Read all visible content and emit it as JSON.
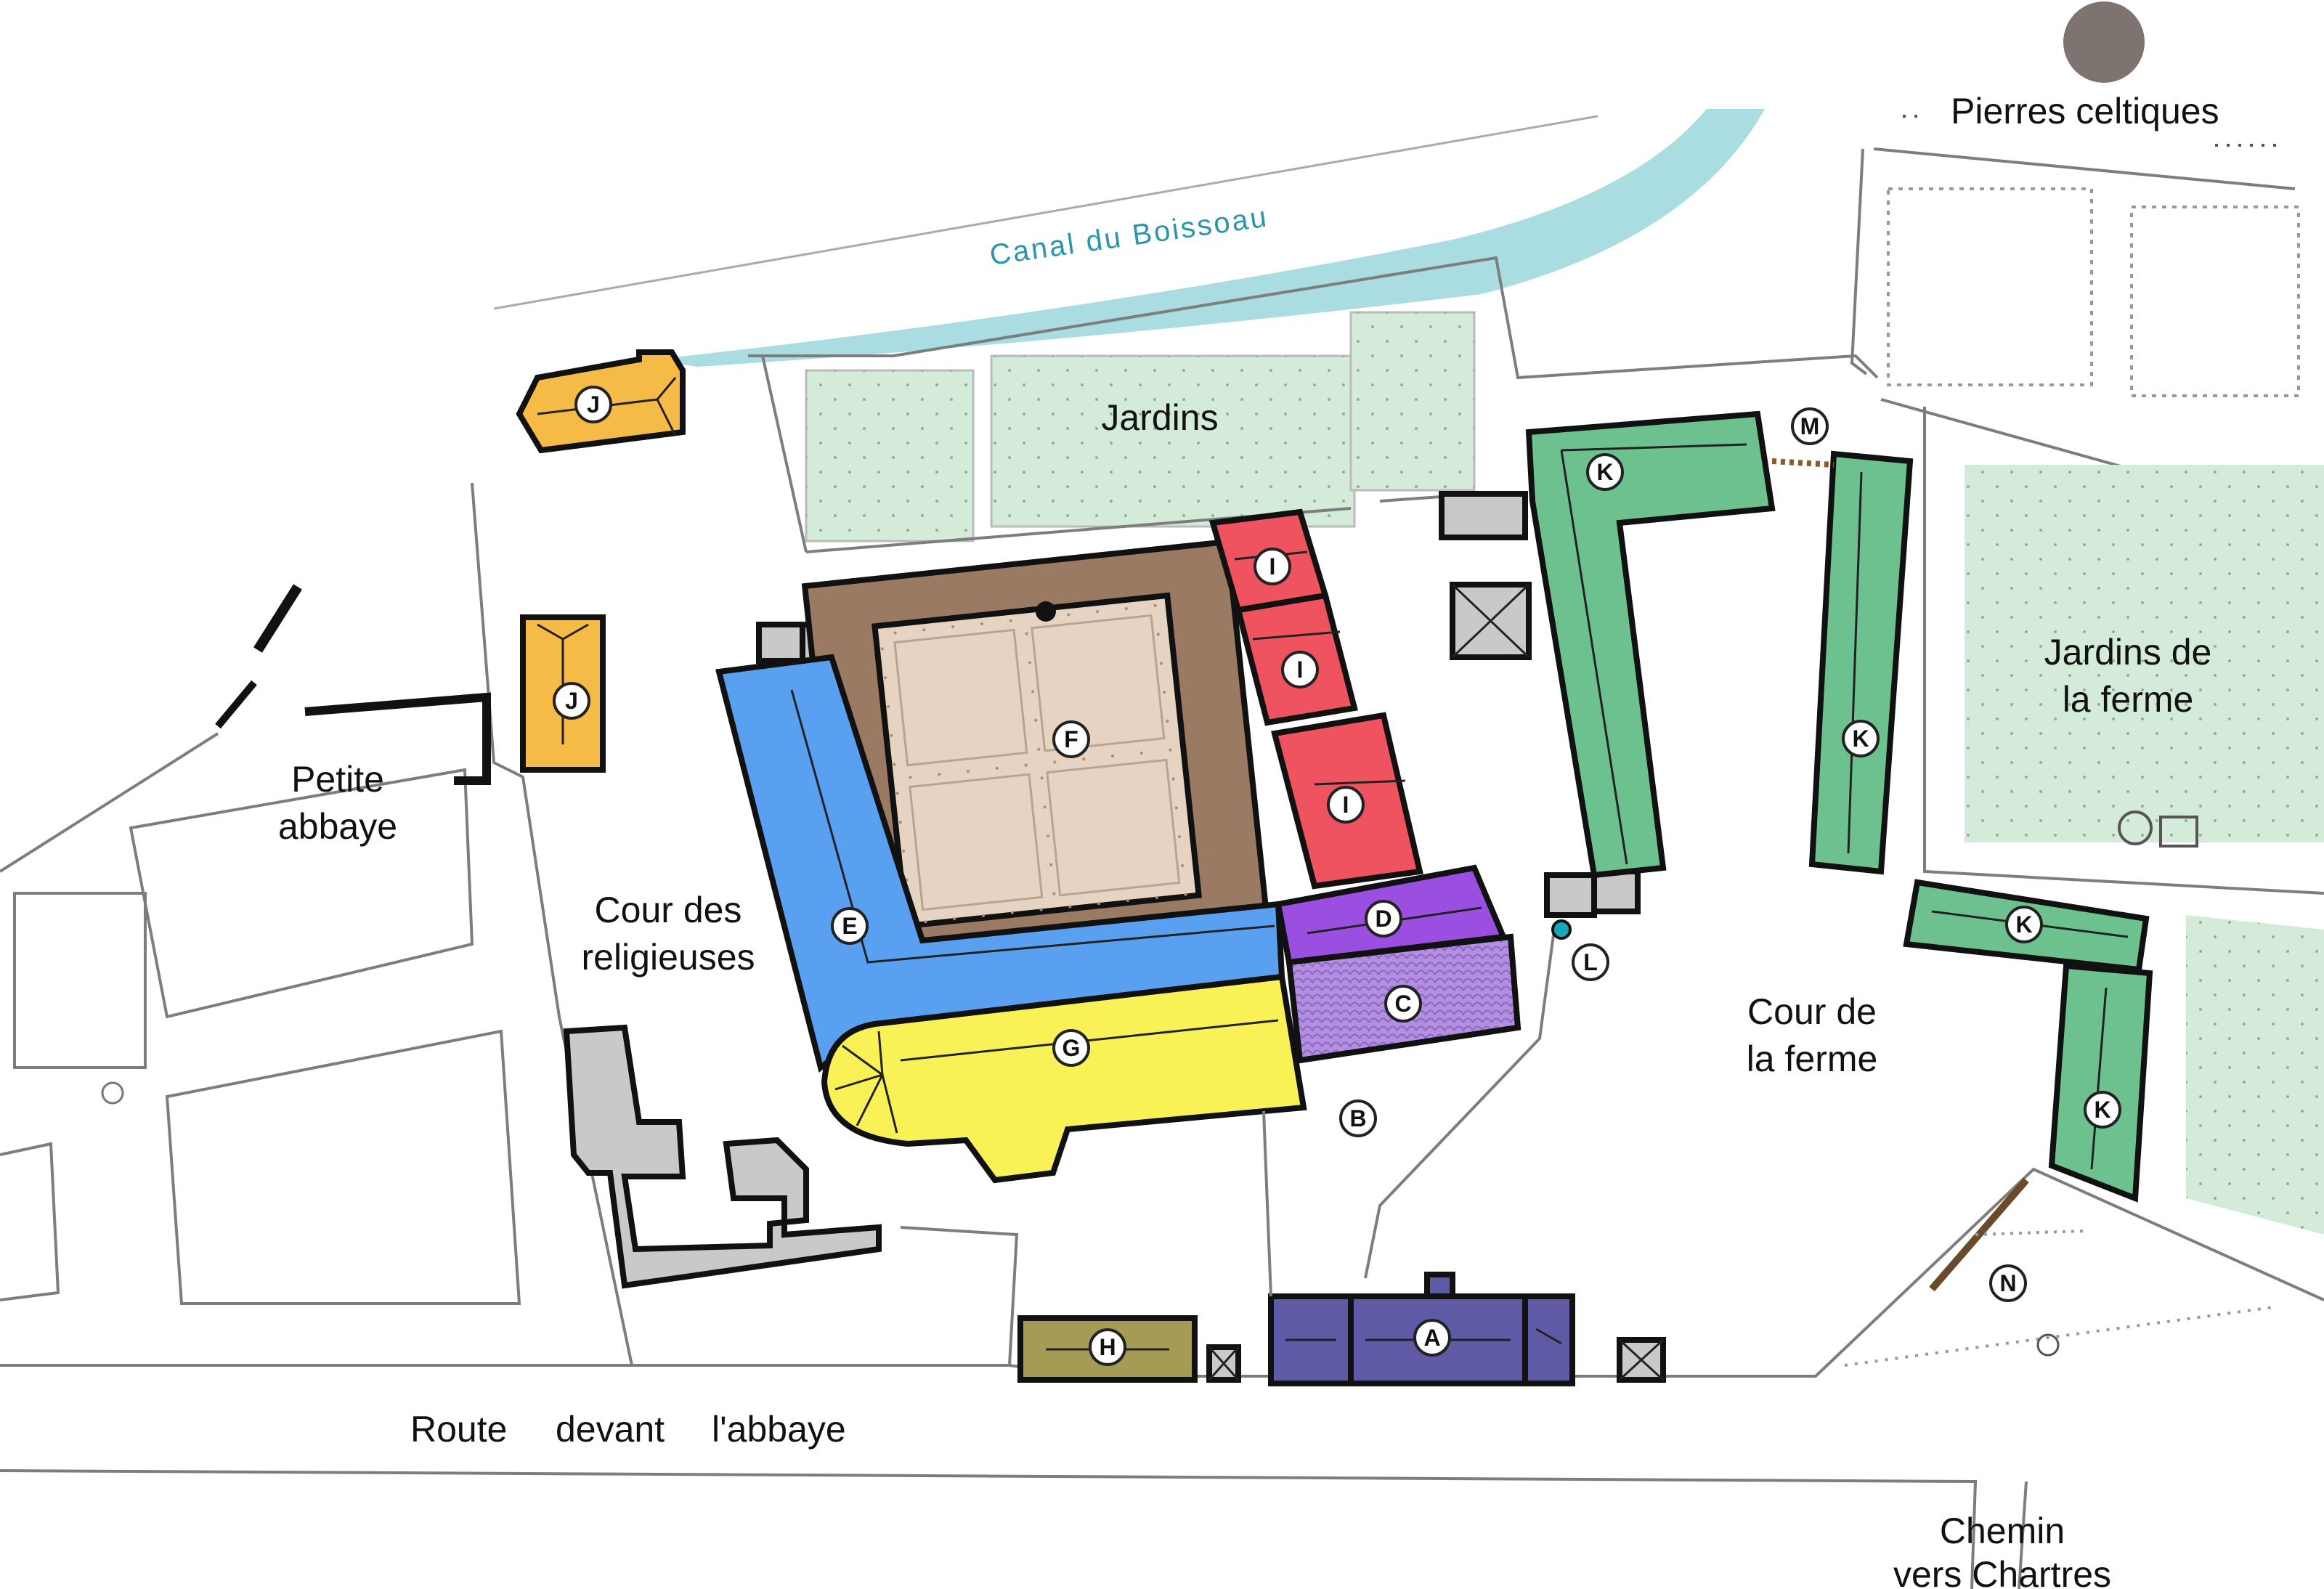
{
  "map": {
    "places": {
      "canal": "Canal du Boissoau",
      "pierres": "Pierres celtiques",
      "jardins": "Jardins",
      "jardins_ferme_1": "Jardins de",
      "jardins_ferme_2": "la ferme",
      "petite_abbaye_1": "Petite",
      "petite_abbaye_2": "abbaye",
      "cour_religieuses_1": "Cour des",
      "cour_religieuses_2": "religieuses",
      "cour_ferme_1": "Cour de",
      "cour_ferme_2": "la ferme",
      "route_1": "Route",
      "route_2": "devant",
      "route_3": "l'abbaye",
      "chemin_1": "Chemin",
      "chemin_2": "vers Chartres"
    },
    "markers": {
      "A": "A",
      "B": "B",
      "C": "C",
      "D": "D",
      "E": "E",
      "F": "F",
      "G": "G",
      "H": "H",
      "I": "I",
      "J": "J",
      "K": "K",
      "L": "L",
      "M": "M",
      "N": "N"
    },
    "colors": {
      "A": "#5e5aa6",
      "C": "#b48ee0",
      "D": "#9b4fe0",
      "E": "#5aa0f0",
      "F_frame": "#9b7a64",
      "F_court": "#e6d3c2",
      "G": "#f9f257",
      "H": "#a59b55",
      "I": "#ef5360",
      "J": "#f5bb46",
      "K": "#6cc18e",
      "garden": "#d3ebd8",
      "grey_building": "#c9c9c9",
      "canal": "#a9dde1",
      "stone": "#7d7470"
    }
  }
}
